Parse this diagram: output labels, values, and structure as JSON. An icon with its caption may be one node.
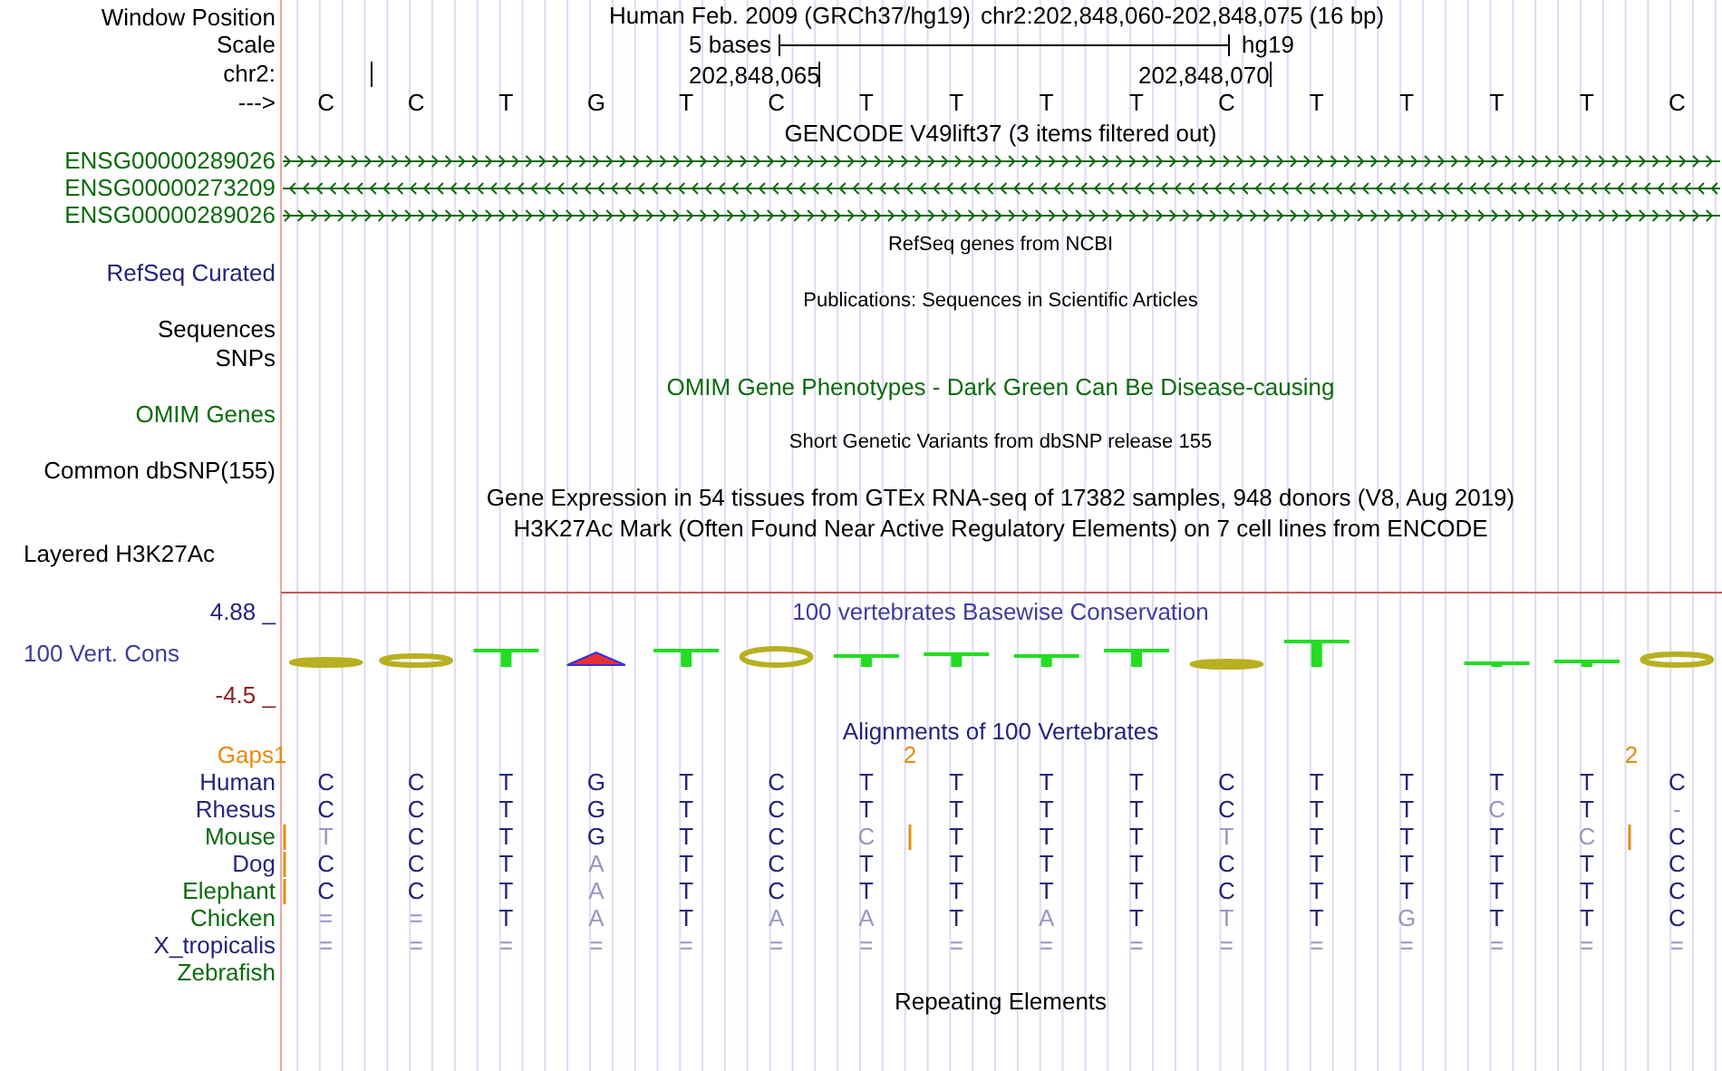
{
  "diagram": {
    "labels": [
      "Window Position",
      "Human Feb. 2009 (GRCh37/hg19)",
      "chr2:202,848,060-202,848,075 (16 bp)",
      "Scale",
      "5 bases",
      "hg19",
      "chr2:",
      "202,848,065",
      "202,848,070",
      "--->",
      "C",
      "C",
      "T",
      "G",
      "T",
      "C",
      "T",
      "T",
      "T",
      "T",
      "C",
      "T",
      "T",
      "T",
      "T",
      "C",
      "GENCODE V49lift37 (3 items filtered out)",
      "ENSG00000289026",
      "ENSG00000273209",
      "ENSG00000289026",
      "RefSeq genes from NCBI",
      "RefSeq Curated",
      "Publications: Sequences in Scientific Articles",
      "Sequences",
      "SNPs",
      "OMIM Gene Phenotypes - Dark Green Can Be Disease-causing",
      "OMIM Genes",
      "Short Genetic Variants from dbSNP release 155",
      "Common dbSNP(155)",
      "Gene Expression in 54 tissues from GTEx RNA-seq of 17382 samples, 948 donors (V8, Aug 2019)",
      "H3K27Ac Mark (Often Found Near Active Regulatory Elements) on 7 cell lines from ENCODE",
      "Layered H3K27Ac",
      "4.88 _",
      "100 vertebrates Basewise Conservation",
      "100 Vert. Cons",
      "-4.5 _",
      "Alignments of 100 Vertebrates",
      "Gaps",
      "1",
      "2",
      "2",
      "Human",
      "C",
      "C",
      "T",
      "G",
      "T",
      "C",
      "T",
      "T",
      "T",
      "T",
      "C",
      "T",
      "T",
      "T",
      "T",
      "C",
      "Rhesus",
      "C",
      "C",
      "T",
      "G",
      "T",
      "C",
      "T",
      "T",
      "T",
      "T",
      "C",
      "T",
      "T",
      "C",
      "T",
      "-",
      "Mouse",
      "T",
      "C",
      "T",
      "G",
      "T",
      "C",
      "C",
      "T",
      "T",
      "T",
      "T",
      "T",
      "T",
      "T",
      "C",
      "C",
      "Dog",
      "C",
      "C",
      "T",
      "A",
      "T",
      "C",
      "T",
      "T",
      "T",
      "T",
      "C",
      "T",
      "T",
      "T",
      "T",
      "C",
      "Elephant",
      "C",
      "C",
      "T",
      "A",
      "T",
      "C",
      "T",
      "T",
      "T",
      "T",
      "C",
      "T",
      "T",
      "T",
      "T",
      "C",
      "Chicken",
      "=",
      "=",
      "T",
      "A",
      "T",
      "A",
      "A",
      "T",
      "A",
      "T",
      "T",
      "T",
      "G",
      "T",
      "T",
      "C",
      "X_tropicalis",
      "=",
      "=",
      "=",
      "=",
      "=",
      "=",
      "=",
      "=",
      "=",
      "=",
      "=",
      "=",
      "=",
      "=",
      "=",
      "=",
      "Zebrafish",
      "Repeating Elements"
    ]
  }
}
